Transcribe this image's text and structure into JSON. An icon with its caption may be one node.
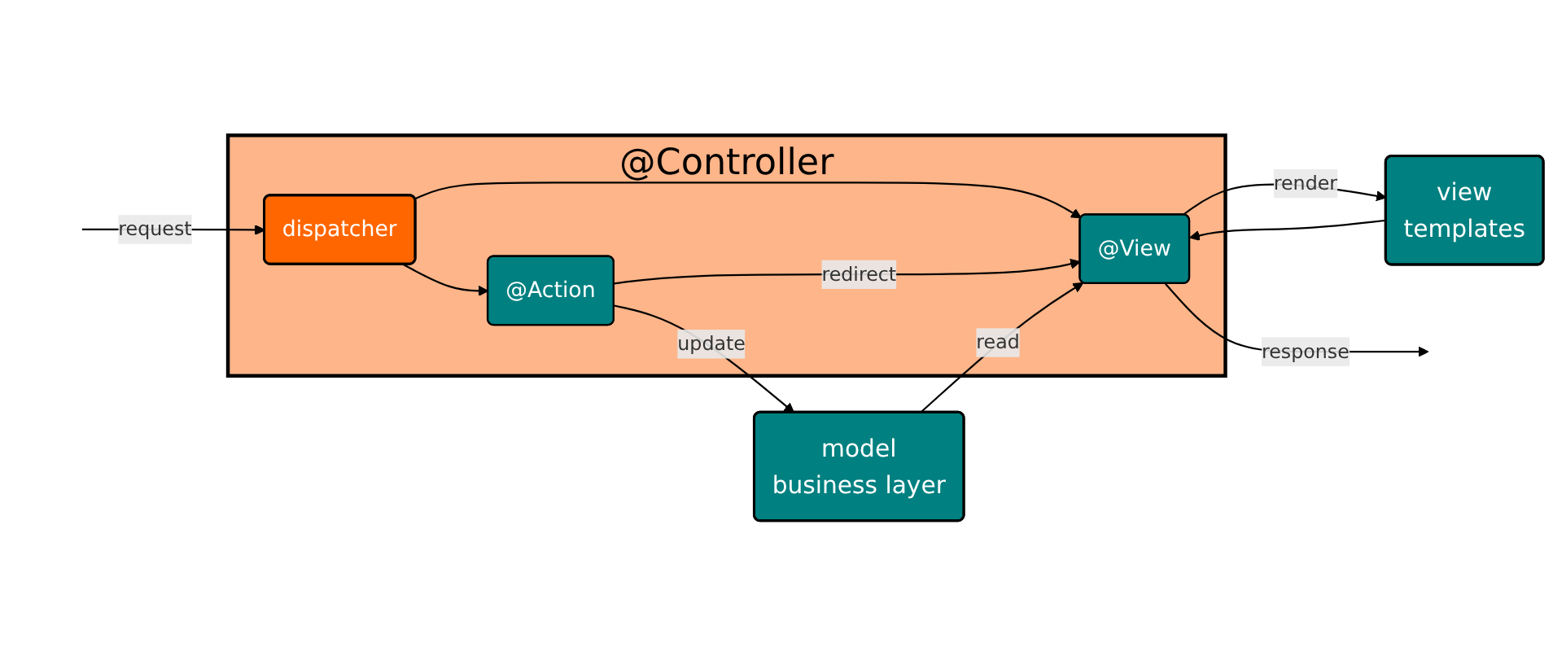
{
  "diagram": {
    "nodes": [
      {
        "text": [
          "@Controller"
        ]
      },
      {
        "text": [
          "@Action"
        ],
        "in": 0
      },
      {
        "text": [
          "dispatcher"
        ],
        "in": 0
      },
      {
        "text": [
          "@View"
        ],
        "in": 0
      },
      {
        "text": [
          "model",
          "business layer"
        ]
      },
      {
        "text": [
          "view",
          "templates"
        ]
      }
    ],
    "edges": [
      {
        "from": null,
        "to": 2,
        "arrow": "to",
        "label": "request"
      },
      {
        "from": 2,
        "to": 1,
        "arrow": "to"
      },
      {
        "from": 2,
        "to": 3,
        "arrow": "to"
      },
      {
        "from": 1,
        "to": 3,
        "arrow": "to",
        "label": "redirect"
      },
      {
        "from": 1,
        "to": 4,
        "arrow": "to",
        "label": "update"
      },
      {
        "from": 4,
        "to": 3,
        "arrow": "to",
        "label": "read"
      },
      {
        "from": 3,
        "to": 5,
        "arrow": "to",
        "label": "render"
      },
      {
        "from": 5,
        "to": 3,
        "arrow": "to"
      },
      {
        "from": 3,
        "to": null,
        "arrow": "to",
        "label": "response"
      }
    ]
  }
}
